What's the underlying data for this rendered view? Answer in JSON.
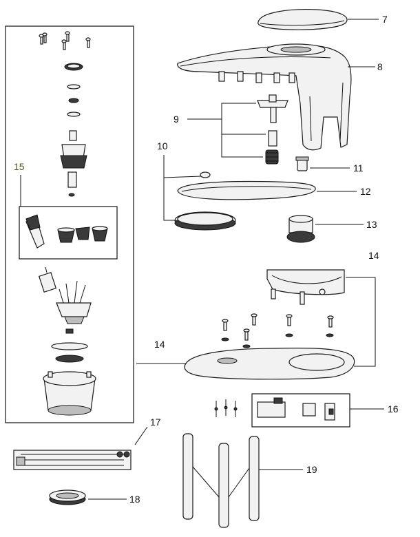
{
  "callouts": {
    "c7": "7",
    "c8": "8",
    "c9": "9",
    "c10": "10",
    "c11": "11",
    "c12": "12",
    "c13": "13",
    "c14a": "14",
    "c14b": "14",
    "c15": "15",
    "c16": "16",
    "c17": "17",
    "c18": "18",
    "c19": "19"
  },
  "colors": {
    "outline": "#1a1a1a",
    "part_fill": "#f2f2f2",
    "callout_15": "#4a5a14"
  }
}
